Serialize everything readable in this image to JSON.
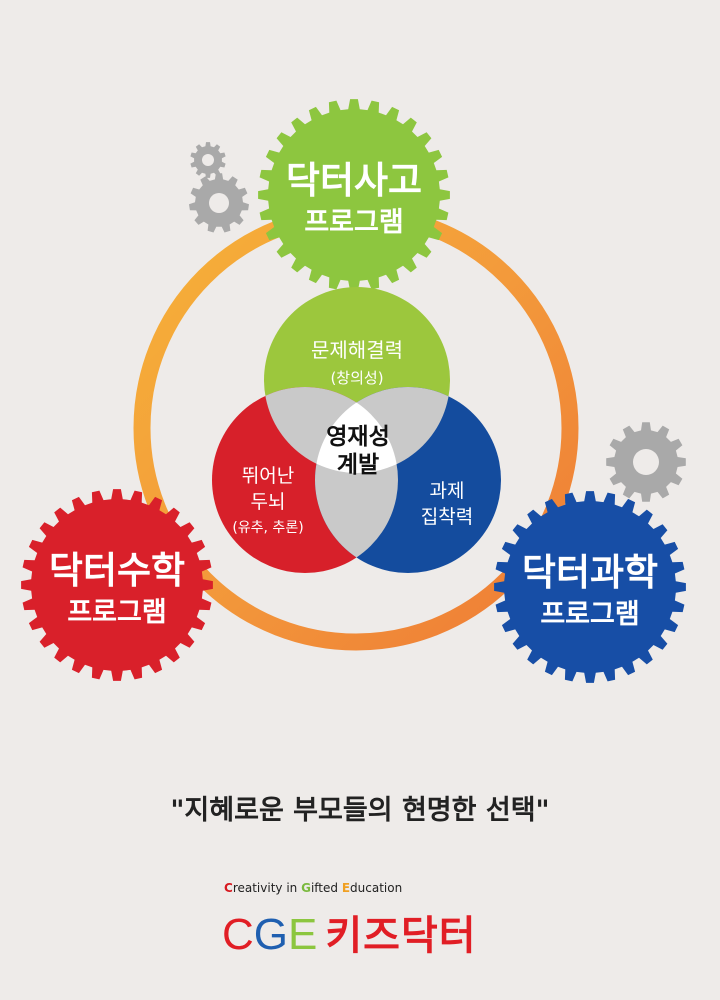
{
  "programs": {
    "thinking": {
      "name": "닥터사고",
      "sub": "프로그램",
      "color": "#8dc63f"
    },
    "math": {
      "name": "닥터수학",
      "sub": "프로그램",
      "color": "#d9202a"
    },
    "science": {
      "name": "닥터과학",
      "sub": "프로그램",
      "color": "#174ea6"
    }
  },
  "venn": {
    "problem_solving": {
      "title": "문제해결력",
      "note": "(창의성)"
    },
    "brain": {
      "line1": "뛰어난",
      "line2": "두뇌",
      "note": "(유추, 추론)"
    },
    "focus": {
      "line1": "과제",
      "line2": "집착력"
    },
    "center": {
      "line1": "영재성",
      "line2": "계발"
    }
  },
  "tagline": "\"지혜로운 부모들의 현명한 선택\"",
  "brand": {
    "tagline_parts": [
      "C",
      "reativity in ",
      "G",
      "ifted ",
      "E",
      "ducation"
    ],
    "letters": [
      "C",
      "G",
      "E"
    ],
    "korean": "키즈닥터"
  },
  "colors": {
    "ring": "#f08a35",
    "deco_gear": "#a9a9a9",
    "overlap": "#c6c6c6"
  },
  "icons": [
    "gear-icon",
    "gear-icon",
    "gear-icon"
  ]
}
